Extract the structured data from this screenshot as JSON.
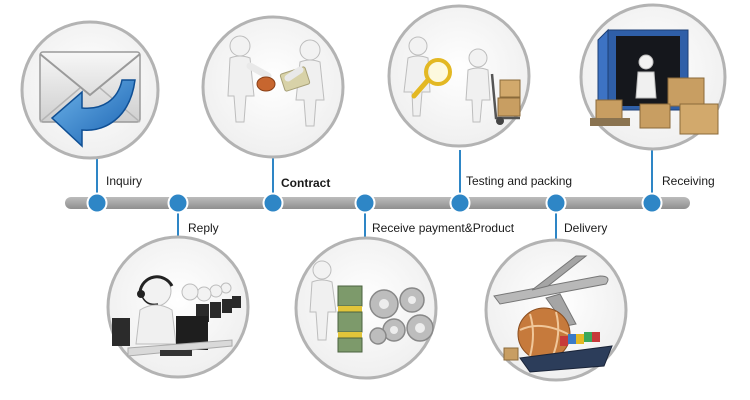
{
  "steps": [
    {
      "label": "Inquiry",
      "icon": "envelope-reply-icon"
    },
    {
      "label": "Reply",
      "icon": "call-center-icon"
    },
    {
      "label": "Contract",
      "icon": "handshake-contract-icon"
    },
    {
      "label": "Receive payment&Product",
      "icon": "money-gears-icon"
    },
    {
      "label": "Testing and packing",
      "icon": "inspection-packing-icon"
    },
    {
      "label": "Delivery",
      "icon": "plane-ship-globe-icon"
    },
    {
      "label": "Receiving",
      "icon": "container-boxes-icon"
    }
  ],
  "colors": {
    "timeline": "#a7a7a7",
    "node": "#2e86c6",
    "node_stroke": "#ffffff",
    "circle_border": "#b3b3b3",
    "connector": "#2e86c6"
  }
}
